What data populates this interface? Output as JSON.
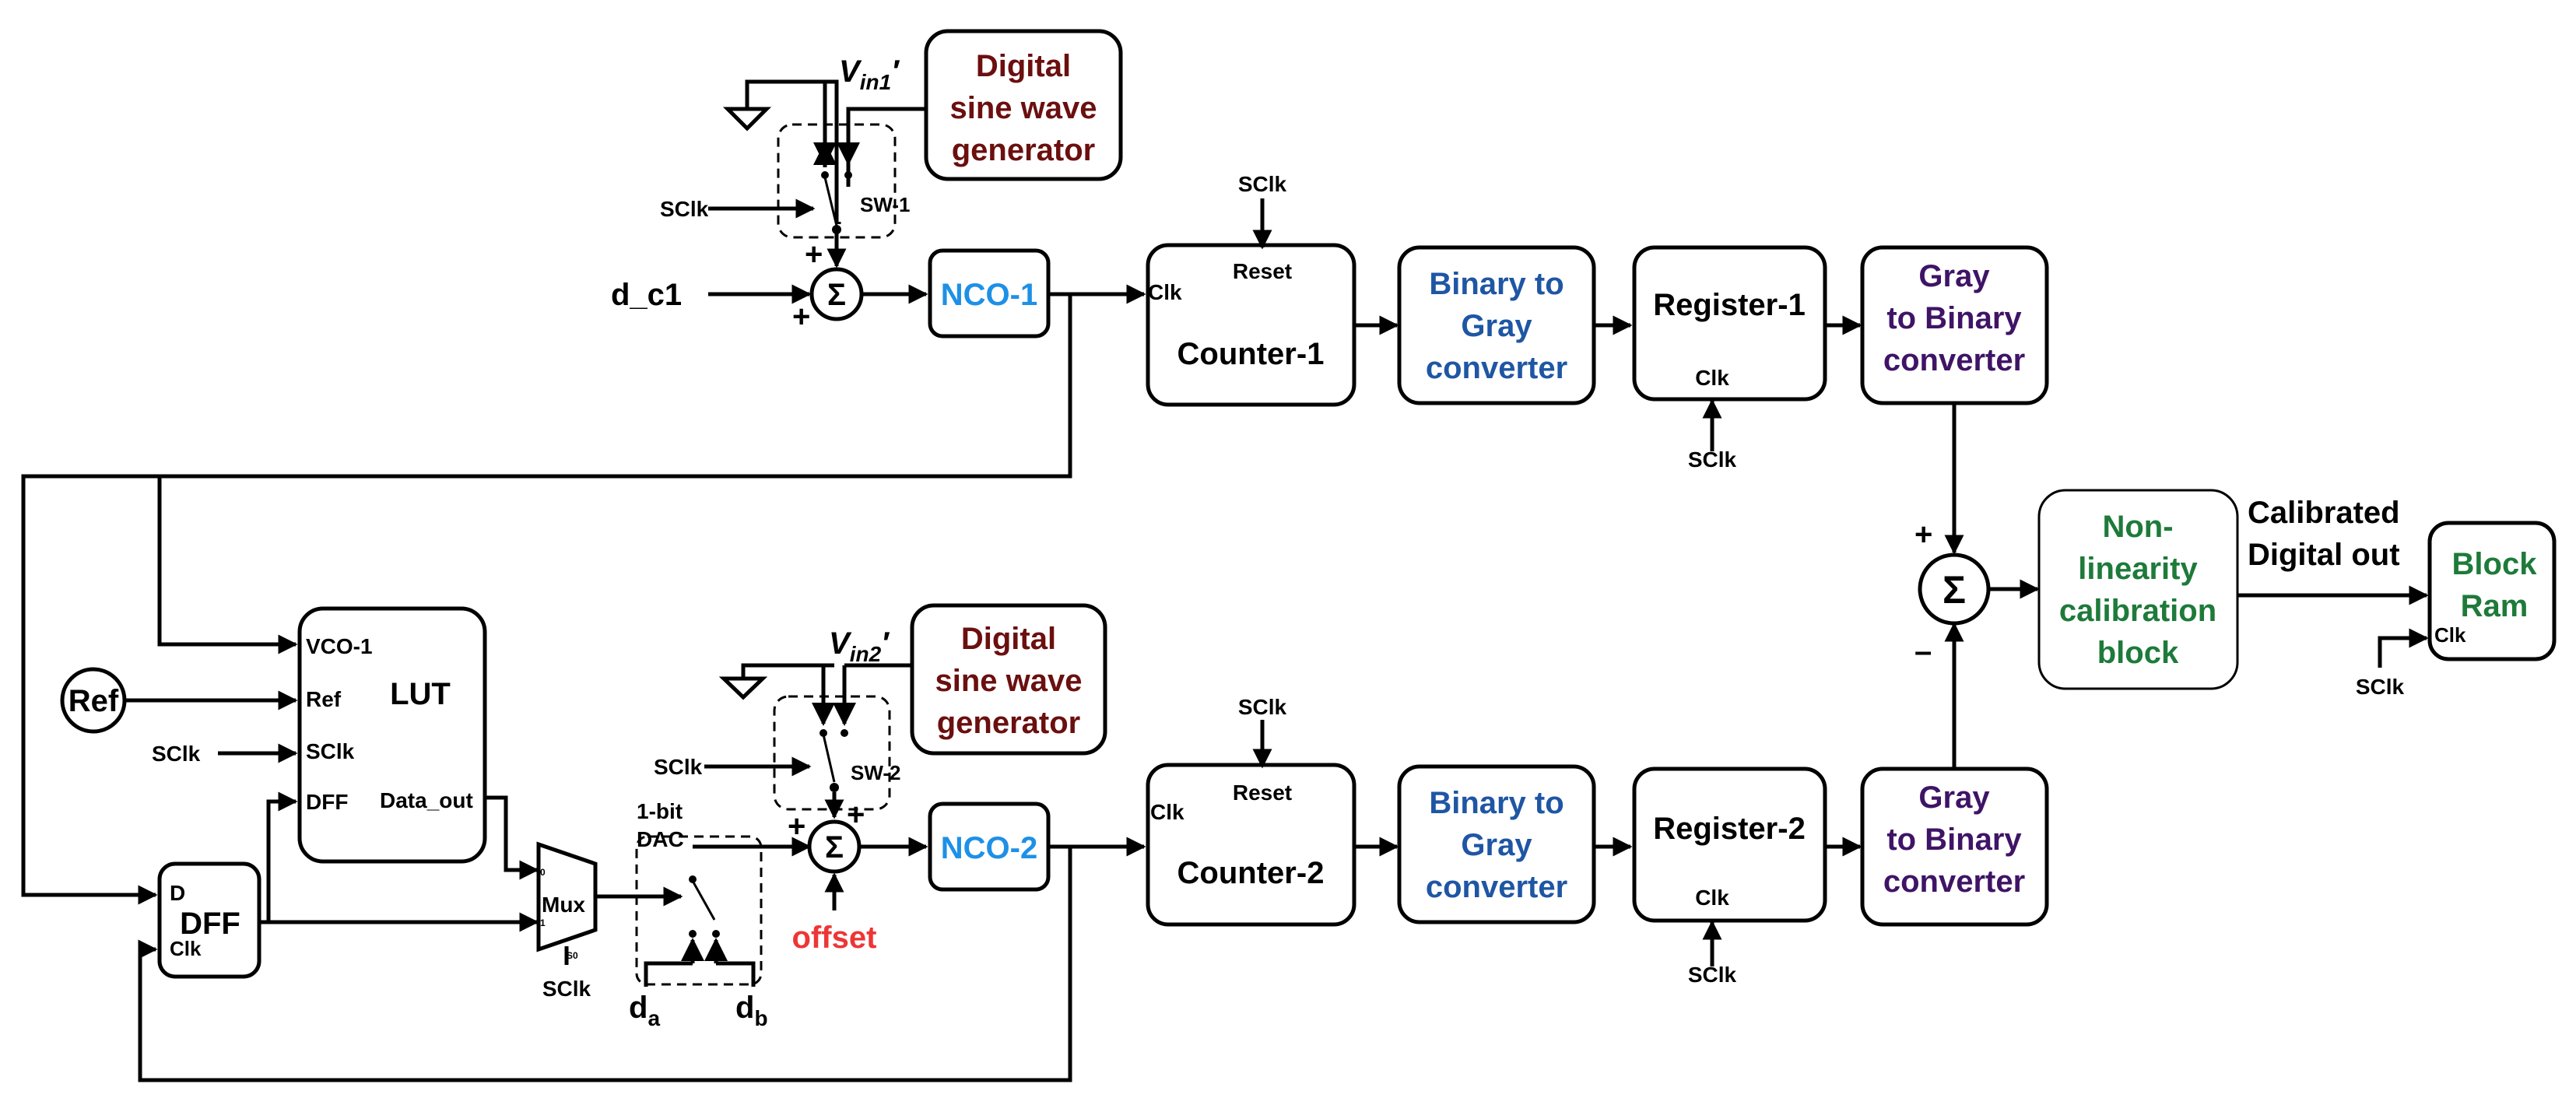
{
  "colors": {
    "generator": "#6b0f0f",
    "nco": "#1e90e6",
    "bin2gray": "#1f56a4",
    "gray2bin": "#3f1466",
    "calibration": "#1e7a3a",
    "offset": "#ee3535",
    "black": "#000000"
  },
  "blocks": {
    "gen1": [
      "Digital",
      "sine wave",
      "generator"
    ],
    "gen2": [
      "Digital",
      "sine wave",
      "generator"
    ],
    "nco1": "NCO-1",
    "nco2": "NCO-2",
    "counter1": "Counter-1",
    "counter2": "Counter-2",
    "b2g1": [
      "Binary to",
      "Gray",
      "converter"
    ],
    "b2g2": [
      "Binary to",
      "Gray",
      "converter"
    ],
    "reg1": "Register-1",
    "reg2": "Register-2",
    "g2b1": [
      "Gray",
      "to Binary",
      "converter"
    ],
    "g2b2": [
      "Gray",
      "to Binary",
      "converter"
    ],
    "calib": [
      "Non-",
      "linearity",
      "calibration",
      "block"
    ],
    "bram": [
      "Block",
      "Ram"
    ],
    "lut": "LUT",
    "dff": "DFF",
    "mux": "Mux",
    "ref": "Ref"
  },
  "labels": {
    "vin1_base": "V",
    "vin1_sub": "in1",
    "vin1_prime": "′",
    "vin2_base": "V",
    "vin2_sub": "in2",
    "vin2_prime": "′",
    "dc1": "d_c1",
    "sw1": "SW-1",
    "sw2": "SW-2",
    "sclk": "SClk",
    "clk": "Clk",
    "reset": "Reset",
    "sigma": "Σ",
    "plus": "+",
    "minus": "–",
    "offset": "offset",
    "calibrated_out": [
      "Calibrated",
      "Digital out"
    ],
    "dac": [
      "1-bit",
      "DAC"
    ],
    "da_base": "d",
    "da_sub": "a",
    "db_base": "d",
    "db_sub": "b",
    "mux_in0": "0",
    "mux_in1": "1",
    "mux_sel": "S0",
    "dff_d": "D",
    "lut_ports": {
      "vco1": "VCO-1",
      "ref": "Ref",
      "sclk": "SClk",
      "dff": "DFF",
      "data_out": "Data_out"
    }
  }
}
